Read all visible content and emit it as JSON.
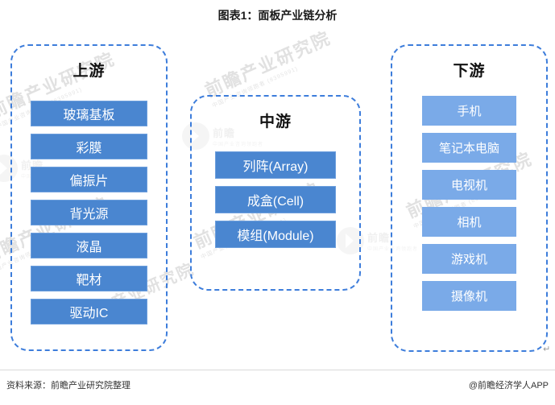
{
  "title": "图表1：面板产业链分析",
  "groups": [
    {
      "id": "upstream",
      "title": "上游",
      "items": [
        {
          "label": "玻璃基板"
        },
        {
          "label": "彩膜"
        },
        {
          "label": "偏振片"
        },
        {
          "label": "背光源"
        },
        {
          "label": "液晶"
        },
        {
          "label": "靶材"
        },
        {
          "label": "驱动IC"
        }
      ]
    },
    {
      "id": "midstream",
      "title": "中游",
      "items": [
        {
          "label": "列阵(Array)"
        },
        {
          "label": "成盒(Cell)"
        },
        {
          "label": "模组(Module)"
        }
      ]
    },
    {
      "id": "downstream",
      "title": "下游",
      "items": [
        {
          "label": "手机"
        },
        {
          "label": "笔记本电脑"
        },
        {
          "label": "电视机"
        },
        {
          "label": "相机"
        },
        {
          "label": "游戏机"
        },
        {
          "label": "摄像机"
        }
      ]
    }
  ],
  "footer": {
    "source": "资料来源：前瞻产业研究院整理",
    "brand": "@前瞻经济学人APP",
    "paragraph_mark": "↵"
  },
  "watermark": {
    "text": "前瞻产业研究院",
    "sub": "中国产业咨询领跑者 (8395991)",
    "logo_text": "前瞻",
    "logo_sub": "中国产业咨询领跑者"
  },
  "colors": {
    "group_border": "#3d7ddb",
    "node_dark": "#4a86d0",
    "node_dark_border": "#6d9fdd",
    "node_light": "#7aaae8",
    "node_text": "#ffffff",
    "title_text": "#1a1a1a"
  }
}
